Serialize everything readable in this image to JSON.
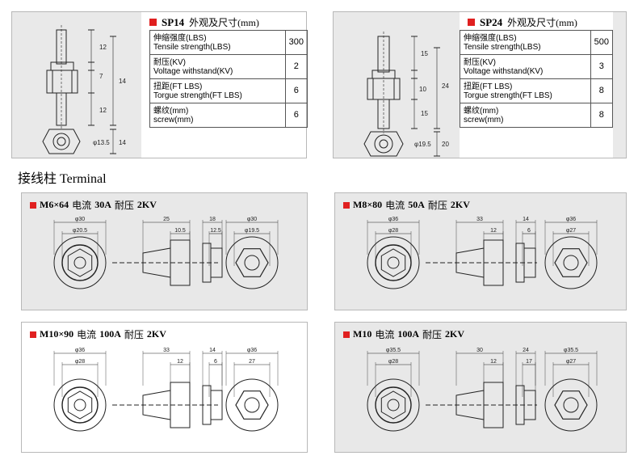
{
  "spec_panels": [
    {
      "model": "SP14",
      "subtitle": "外观及尺寸(mm)",
      "rows": [
        {
          "cn": "伸缩强度(LBS)",
          "en": "Tensile strength(LBS)",
          "value": "300"
        },
        {
          "cn": "耐压(KV)",
          "en": "Voltage withstand(KV)",
          "value": "2"
        },
        {
          "cn": "扭距(FT LBS)",
          "en": "Torgue strength(FT LBS)",
          "value": "6"
        },
        {
          "cn": "螺纹(mm)",
          "en": "screw(mm)",
          "value": "6"
        }
      ],
      "dims": {
        "top": "12",
        "mid": "7",
        "mid2": "14",
        "bot": "12",
        "hex_h": "14",
        "dia": "φ13.5"
      }
    },
    {
      "model": "SP24",
      "subtitle": "外观及尺寸(mm)",
      "rows": [
        {
          "cn": "伸缩强度(LBS)",
          "en": "Tensile strength(LBS)",
          "value": "500"
        },
        {
          "cn": "耐压(KV)",
          "en": "Voltage withstand(KV)",
          "value": "3"
        },
        {
          "cn": "扭距(FT LBS)",
          "en": "Torgue strength(FT LBS)",
          "value": "8"
        },
        {
          "cn": "螺纹(mm)",
          "en": "screw(mm)",
          "value": "8"
        }
      ],
      "dims": {
        "top": "15",
        "mid": "10",
        "mid2": "24",
        "bot": "15",
        "hex_h": "20",
        "dia": "φ19.5"
      }
    }
  ],
  "section_title": "接线柱 Terminal",
  "terminals": [
    {
      "model": "M6×64",
      "current_label": "电流",
      "current": "30A",
      "volt_label": "耐压",
      "volt": "2KV",
      "dims": {
        "d1": "φ30",
        "d2": "φ20.5",
        "l1": "25",
        "l2": "10.5",
        "l3": "18",
        "l4": "12.5",
        "d3": "φ30",
        "d4": "φ19.5"
      }
    },
    {
      "model": "M8×80",
      "current_label": "电流",
      "current": "50A",
      "volt_label": "耐压",
      "volt": "2KV",
      "dims": {
        "d1": "φ36",
        "d2": "φ28",
        "l1": "33",
        "l2": "12",
        "l3": "14",
        "l4": "6",
        "d3": "φ36",
        "d4": "φ27"
      }
    },
    {
      "model": "M10×90",
      "current_label": "电流",
      "current": "100A",
      "volt_label": "耐压",
      "volt": "2KV",
      "dims": {
        "d1": "φ36",
        "d2": "φ28",
        "l1": "33",
        "l2": "12",
        "l3": "14",
        "l4": "6",
        "d3": "φ36",
        "d4": "27"
      }
    },
    {
      "model": "M10",
      "current_label": "电流",
      "current": "100A",
      "volt_label": "耐压",
      "volt": "2KV",
      "dims": {
        "d1": "φ35.5",
        "d2": "φ28",
        "l1": "30",
        "l2": "12",
        "l3": "24",
        "l4": "17",
        "d3": "φ35.5",
        "d4": "φ27"
      }
    }
  ],
  "colors": {
    "accent": "#e02020",
    "panel_bg": "#e8e8e8",
    "line": "#222222"
  }
}
